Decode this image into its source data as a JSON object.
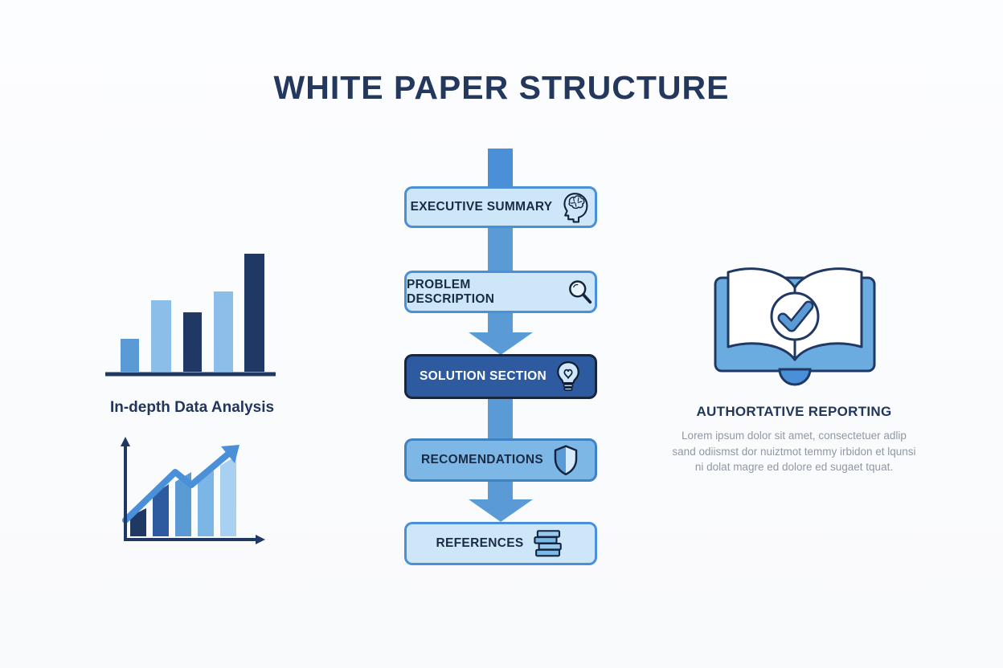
{
  "title": "WHITE PAPER STRUCTURE",
  "flow": {
    "steps": [
      {
        "label": "EXECUTIVE SUMMARY",
        "icon": "brain-head-icon",
        "variant": "light"
      },
      {
        "label": "PROBLEM DESCRIPTION",
        "icon": "magnifier-icon",
        "variant": "light"
      },
      {
        "label": "SOLUTION SECTION",
        "icon": "lightbulb-icon",
        "variant": "dark"
      },
      {
        "label": "RECOMENDATIONS",
        "icon": "shield-icon",
        "variant": "medium"
      },
      {
        "label": "REFERENCES",
        "icon": "books-icon",
        "variant": "light"
      }
    ]
  },
  "left": {
    "caption": "In-depth Data Analysis"
  },
  "right": {
    "heading": "AUTHORTATIVE REPORTING",
    "body": "Lorem ipsum dolor sit amet, consectetuer adlip sand odiismst dor nuiztmot temmy irbidon et lqunsi ni dolat magre ed dolore ed sugaet tquat."
  },
  "colors": {
    "title_navy": "#24385e",
    "box_light_fill": "#cde7f8",
    "box_light_border": "#4a90d9",
    "box_medium_fill": "#7db7e6",
    "box_dark_fill": "#2e5b9f",
    "box_dark_border": "#17253f",
    "connector_blue": "#5b9bd5",
    "bar_medium_blue": "#5b9bd5",
    "bar_light_blue": "#8bbfe9",
    "bar_navy": "#1f3864",
    "body_gray": "#8f98a3"
  },
  "chart_data": [
    {
      "type": "bar",
      "title": "decorative bar glyph (In-depth Data Analysis)",
      "categories": [
        "1",
        "2",
        "3",
        "4",
        "5"
      ],
      "values": [
        28,
        61,
        51,
        69,
        100
      ],
      "colors": [
        "#5b9bd5",
        "#8bbfe9",
        "#1f3864",
        "#8bbfe9",
        "#1f3864"
      ],
      "xlabel": "",
      "ylabel": "",
      "ylim": [
        0,
        100
      ],
      "grid": false
    },
    {
      "type": "area",
      "title": "decorative growth-trend glyph with rising arrow",
      "x": [
        1,
        2,
        3,
        4,
        5
      ],
      "values": [
        25,
        48,
        58,
        55,
        75
      ],
      "xlabel": "",
      "ylabel": "",
      "grid": false
    }
  ]
}
